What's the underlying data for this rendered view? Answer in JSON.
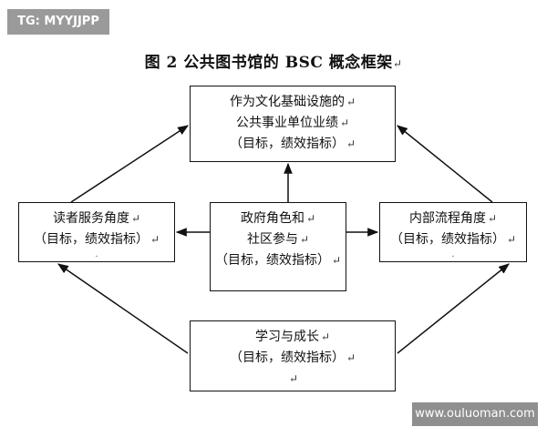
{
  "watermark_top": "TG: MYYJJPP",
  "watermark_bottom": "www.ouluoman.com",
  "title": "图 2  公共图书馆的 BSC 概念框架",
  "para_mark": "↵",
  "boxes": {
    "public": {
      "line1": "作为文化基础设施的",
      "line2": "公共事业单位业绩",
      "line3": "（目标，绩效指标）"
    },
    "reader": {
      "line1": "读者服务角度",
      "line2": "（目标，绩效指标）"
    },
    "gov": {
      "line1": "政府角色和",
      "line2": "社区参与",
      "line3": "（目标，绩效指标）"
    },
    "internal": {
      "line1": "内部流程角度",
      "line2": "（目标，绩效指标）"
    },
    "learn": {
      "line1": "学习与成长",
      "line2": "（目标，绩效指标）"
    }
  }
}
